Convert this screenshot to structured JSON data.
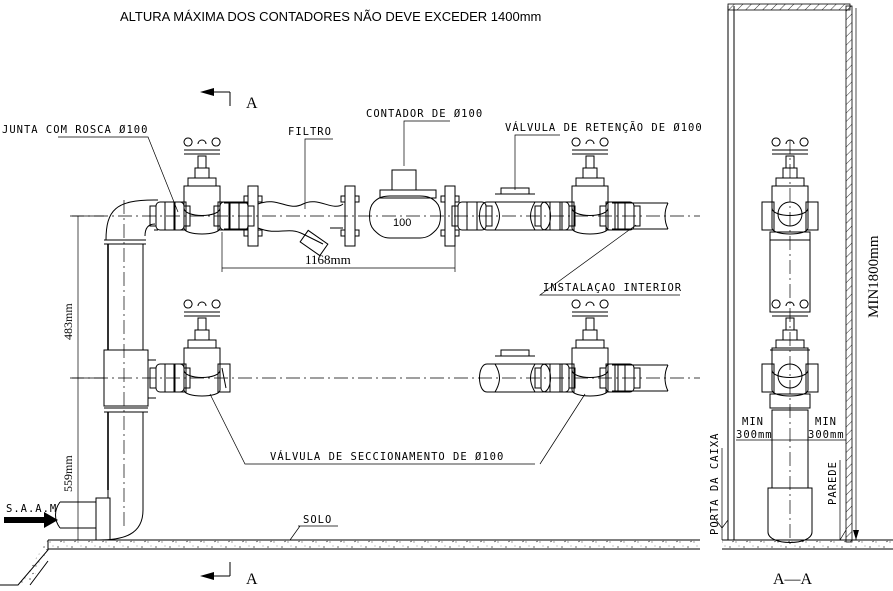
{
  "title": "ALTURA MÁXIMA DOS CONTADORES NÃO DEVE EXCEDER 1400mm",
  "labels": {
    "junta": "JUNTA COM ROSCA Ø100",
    "filtro": "FILTRO",
    "contador": "CONTADOR DE Ø100",
    "valvula_retencao": "VÁLVULA DE RETENÇÃO DE Ø100",
    "instalacao": "INSTALAÇAO INTERIOR",
    "valvula_seccionamento": "VÁLVULA DE SECCIONAMENTO DE Ø100",
    "solo": "SOLO",
    "saam": "S.A.A.M",
    "meter_size": "100"
  },
  "dimensions": {
    "length": "1168mm",
    "height_upper": "483mm",
    "height_lower": "559mm",
    "min_height": "MIN1800mm",
    "min_left_1": "MIN",
    "min_left_2": "300mm",
    "min_right_1": "MIN",
    "min_right_2": "300mm"
  },
  "section": {
    "marker_top": "A",
    "marker_bottom": "A",
    "title": "A—A",
    "porta": "PORTA DA CAIXA",
    "parede": "PAREDE"
  }
}
